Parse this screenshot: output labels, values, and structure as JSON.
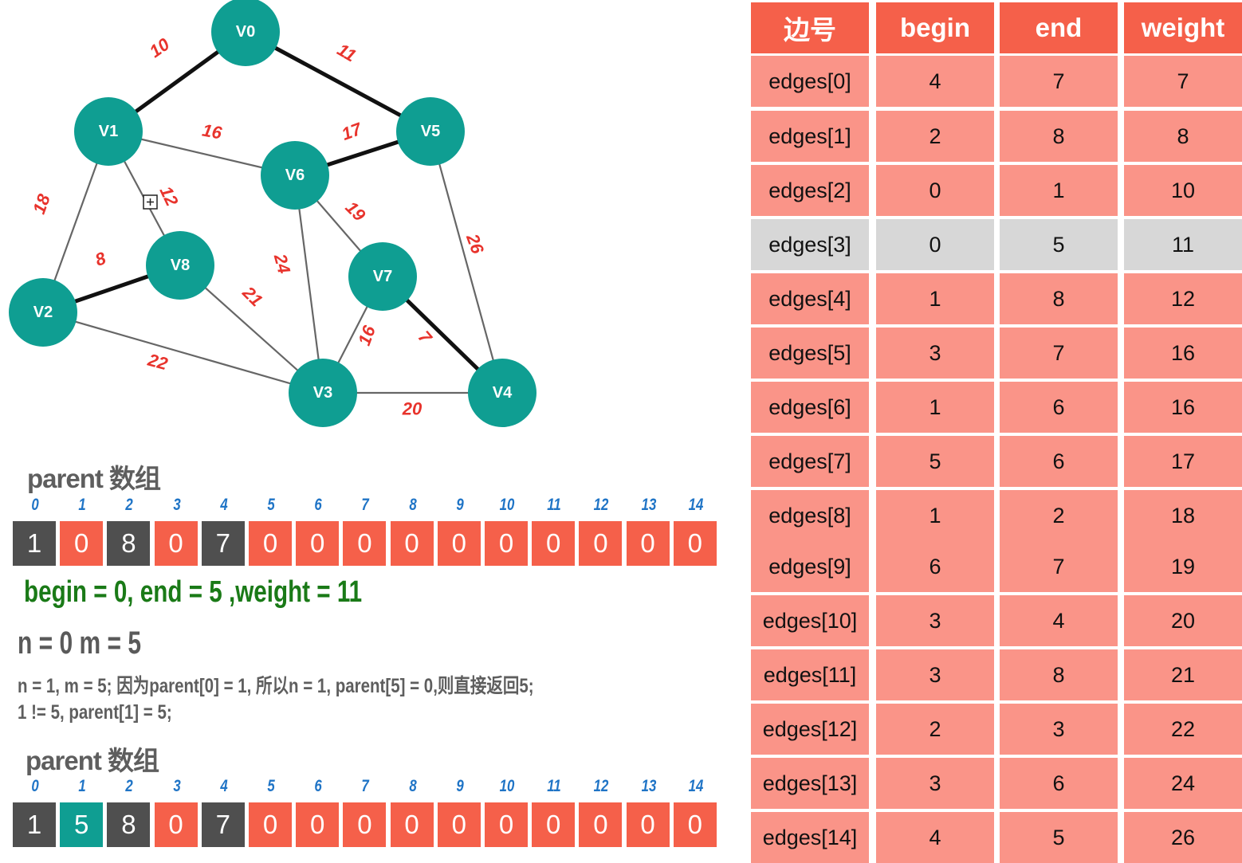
{
  "graph": {
    "nodes": [
      {
        "id": "V0",
        "label": "V0"
      },
      {
        "id": "V1",
        "label": "V1"
      },
      {
        "id": "V2",
        "label": "V2"
      },
      {
        "id": "V3",
        "label": "V3"
      },
      {
        "id": "V4",
        "label": "V4"
      },
      {
        "id": "V5",
        "label": "V5"
      },
      {
        "id": "V6",
        "label": "V6"
      },
      {
        "id": "V7",
        "label": "V7"
      },
      {
        "id": "V8",
        "label": "V8"
      }
    ],
    "edges": [
      {
        "from": "V0",
        "to": "V1",
        "weight": "10",
        "chosen": true
      },
      {
        "from": "V0",
        "to": "V5",
        "weight": "11",
        "chosen": true
      },
      {
        "from": "V1",
        "to": "V6",
        "weight": "16",
        "chosen": false
      },
      {
        "from": "V5",
        "to": "V6",
        "weight": "17",
        "chosen": true
      },
      {
        "from": "V1",
        "to": "V2",
        "weight": "18",
        "chosen": false
      },
      {
        "from": "V1",
        "to": "V8",
        "weight": "12",
        "chosen": false
      },
      {
        "from": "V6",
        "to": "V7",
        "weight": "19",
        "chosen": false
      },
      {
        "from": "V5",
        "to": "V4",
        "weight": "26",
        "chosen": false
      },
      {
        "from": "V2",
        "to": "V8",
        "weight": "8",
        "chosen": true
      },
      {
        "from": "V6",
        "to": "V3",
        "weight": "24",
        "chosen": false
      },
      {
        "from": "V8",
        "to": "V3",
        "weight": "21",
        "chosen": false
      },
      {
        "from": "V7",
        "to": "V3",
        "weight": "16",
        "chosen": false
      },
      {
        "from": "V7",
        "to": "V4",
        "weight": "7",
        "chosen": true
      },
      {
        "from": "V2",
        "to": "V3",
        "weight": "22",
        "chosen": false
      },
      {
        "from": "V3",
        "to": "V4",
        "weight": "20",
        "chosen": false
      }
    ],
    "colors": {
      "node": "#0f9e92",
      "edge": "#666666",
      "chosen_edge": "#111111",
      "weight": "#e8332c"
    }
  },
  "parent_array_1": {
    "title": "parent 数组",
    "indices": [
      "0",
      "1",
      "2",
      "3",
      "4",
      "5",
      "6",
      "7",
      "8",
      "9",
      "10",
      "11",
      "12",
      "13",
      "14"
    ],
    "values": [
      "1",
      "0",
      "8",
      "0",
      "7",
      "0",
      "0",
      "0",
      "0",
      "0",
      "0",
      "0",
      "0",
      "0",
      "0"
    ],
    "cell_colors": [
      "#4f4f4f",
      "#f5604a",
      "#4f4f4f",
      "#f5604a",
      "#4f4f4f",
      "#f5604a",
      "#f5604a",
      "#f5604a",
      "#f5604a",
      "#f5604a",
      "#f5604a",
      "#f5604a",
      "#f5604a",
      "#f5604a",
      "#f5604a"
    ]
  },
  "current_edge": "begin = 0, end = 5 ,weight = 11",
  "find_result": "n = 0   m = 5",
  "explanation_1": "n = 1, m = 5;  因为parent[0] = 1, 所以n = 1, parent[5] = 0,则直接返回5;",
  "explanation_2": "1 != 5, parent[1] = 5;",
  "parent_array_2": {
    "title": "parent 数组",
    "indices": [
      "0",
      "1",
      "2",
      "3",
      "4",
      "5",
      "6",
      "7",
      "8",
      "9",
      "10",
      "11",
      "12",
      "13",
      "14"
    ],
    "values": [
      "1",
      "5",
      "8",
      "0",
      "7",
      "0",
      "0",
      "0",
      "0",
      "0",
      "0",
      "0",
      "0",
      "0",
      "0"
    ],
    "cell_colors": [
      "#4f4f4f",
      "#0f9e92",
      "#4f4f4f",
      "#f5604a",
      "#4f4f4f",
      "#f5604a",
      "#f5604a",
      "#f5604a",
      "#f5604a",
      "#f5604a",
      "#f5604a",
      "#f5604a",
      "#f5604a",
      "#f5604a",
      "#f5604a"
    ]
  },
  "edge_table": {
    "headers": [
      "边号",
      "begin",
      "end",
      "weight"
    ],
    "highlight_row": 3,
    "rows": [
      [
        "edges[0]",
        "4",
        "7",
        "7"
      ],
      [
        "edges[1]",
        "2",
        "8",
        "8"
      ],
      [
        "edges[2]",
        "0",
        "1",
        "10"
      ],
      [
        "edges[3]",
        "0",
        "5",
        "11"
      ],
      [
        "edges[4]",
        "1",
        "8",
        "12"
      ],
      [
        "edges[5]",
        "3",
        "7",
        "16"
      ],
      [
        "edges[6]",
        "1",
        "6",
        "16"
      ],
      [
        "edges[7]",
        "5",
        "6",
        "17"
      ],
      [
        "edges[8]",
        "1",
        "2",
        "18"
      ],
      [
        "edges[9]",
        "6",
        "7",
        "19"
      ],
      [
        "edges[10]",
        "3",
        "4",
        "20"
      ],
      [
        "edges[11]",
        "3",
        "8",
        "21"
      ],
      [
        "edges[12]",
        "2",
        "3",
        "22"
      ],
      [
        "edges[13]",
        "3",
        "6",
        "24"
      ],
      [
        "edges[14]",
        "4",
        "5",
        "26"
      ]
    ]
  }
}
